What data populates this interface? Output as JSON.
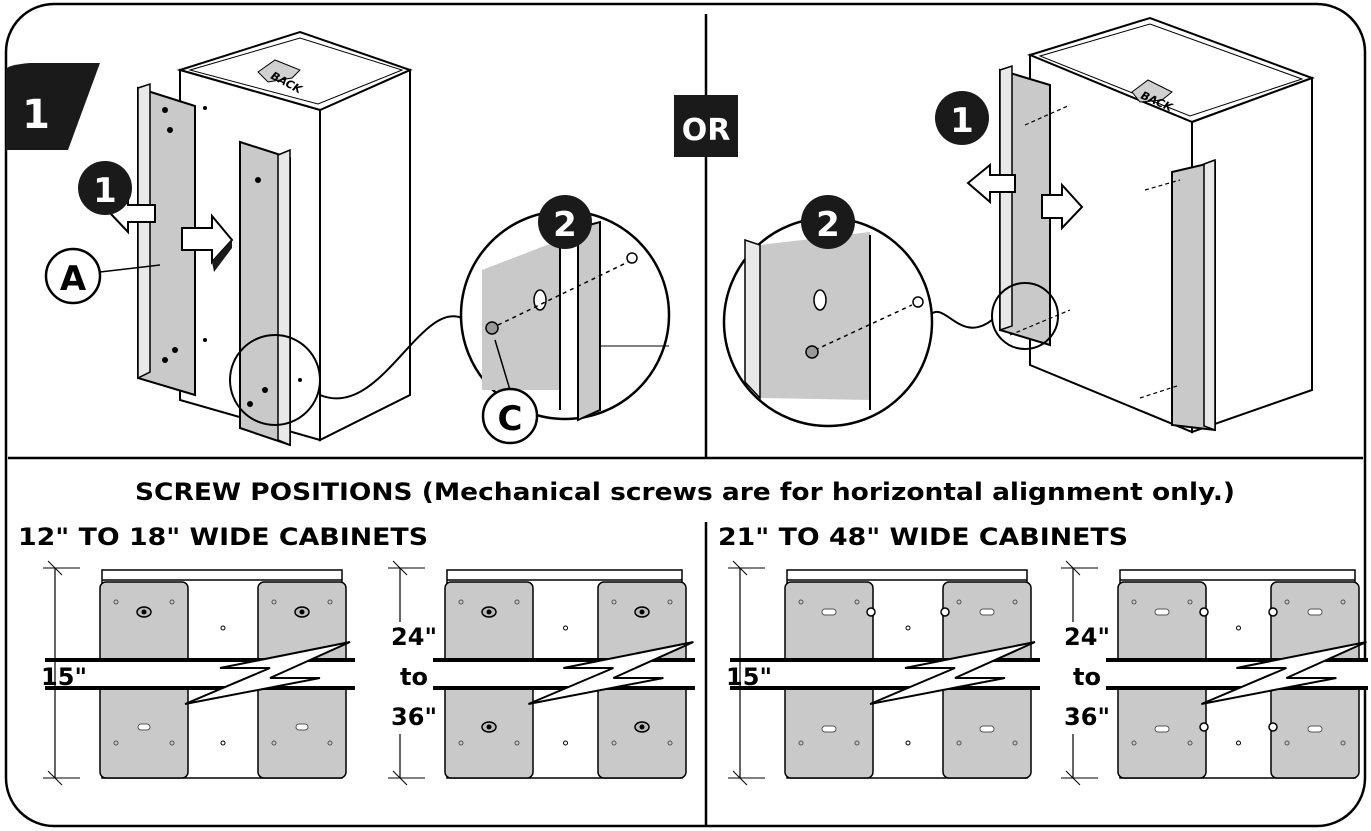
{
  "step": {
    "number": "1"
  },
  "or_label": "OR",
  "callouts": {
    "step1": "1",
    "step2": "2",
    "part_a": "A",
    "part_c": "C"
  },
  "cabinet_top_label": "BACK",
  "section_heading": "SCREW POSITIONS (Mechanical screws are for horizontal alignment only.)",
  "groups": [
    {
      "title": "12\" TO 18\" WIDE CABINETS",
      "dims": [
        {
          "text": "15\""
        },
        {
          "text": "24\"",
          "text2": "to",
          "text3": "36\""
        }
      ]
    },
    {
      "title": "21\" TO 48\" WIDE CABINETS",
      "dims": [
        {
          "text": "15\""
        },
        {
          "text": "24\"",
          "text2": "to",
          "text3": "36\""
        }
      ]
    }
  ]
}
